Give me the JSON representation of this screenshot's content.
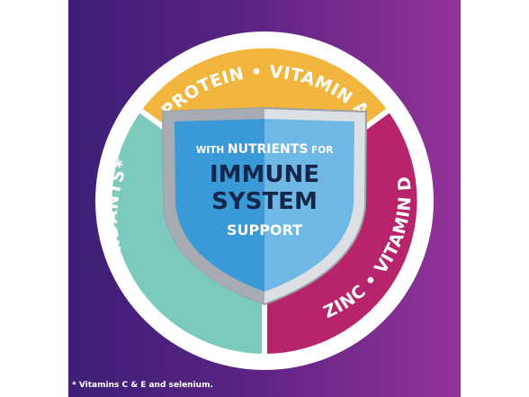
{
  "badge": {
    "segments": {
      "top": {
        "label": "PROTEIN • VITAMIN A",
        "color": "#f2b63e"
      },
      "left": {
        "label": "ANTIOXIDANTS*",
        "color": "#7ccabd"
      },
      "right": {
        "label": "ZINC • VITAMIN D",
        "color": "#b8246b"
      }
    },
    "shield": {
      "line1_prefix": "WITH ",
      "line1_emphasis": "NUTRIENTS",
      "line1_suffix": " FOR",
      "line2": "IMMUNE",
      "line3": "SYSTEM",
      "line4": "SUPPORT",
      "left_color": "#3a9ad8",
      "right_color": "#6fb8e6",
      "text_dark_color": "#14264a"
    },
    "ring_color": "#ffffff",
    "background_colors": [
      "#3d1f78",
      "#93339a"
    ]
  },
  "footnote": "* Vitamins C & E and selenium."
}
